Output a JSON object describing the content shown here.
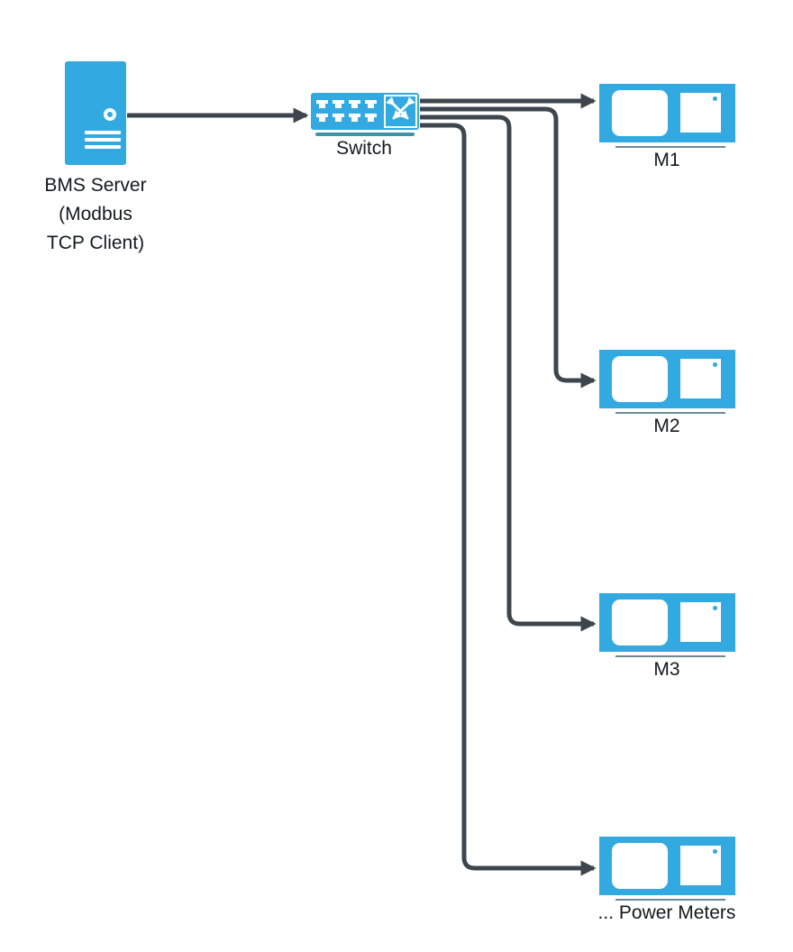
{
  "palette": {
    "accent": "#32a9e1",
    "connector": "#3e464d",
    "text": "#16191d",
    "switch_underline": "#3e93a6",
    "meter_underline": "#6c8a96",
    "icon_white": "#ffffff"
  },
  "nodes": {
    "server": {
      "label": "BMS Server (Modbus TCP Client)",
      "label_lines": [
        "BMS Server",
        "(Modbus",
        "TCP Client)"
      ]
    },
    "switch": {
      "label": "Switch"
    },
    "meters": [
      {
        "label": "M1"
      },
      {
        "label": "M2"
      },
      {
        "label": "M3"
      },
      {
        "label": "... Power Meters"
      }
    ]
  },
  "edges": [
    {
      "from": "bms-server",
      "to": "switch"
    },
    {
      "from": "switch",
      "to": "m1"
    },
    {
      "from": "switch",
      "to": "m2"
    },
    {
      "from": "switch",
      "to": "m3"
    },
    {
      "from": "switch",
      "to": "power-meters"
    }
  ]
}
